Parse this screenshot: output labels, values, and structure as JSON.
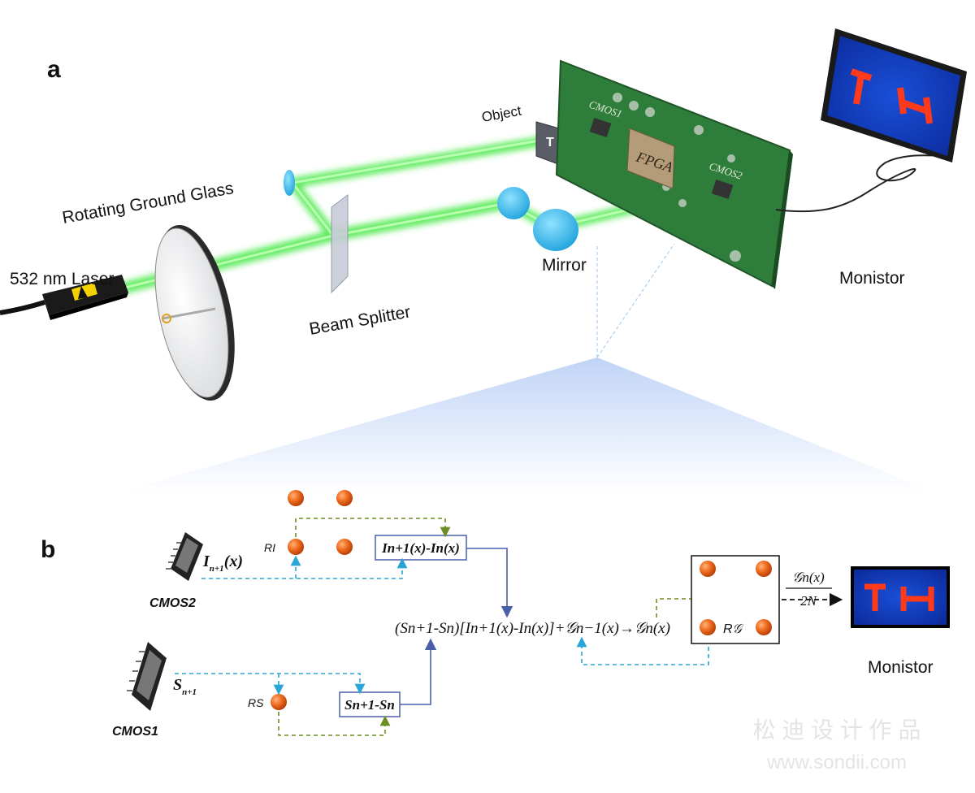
{
  "panel_a": {
    "label": "a",
    "laser": "532 nm Laser",
    "rotating_ground_glass": "Rotating Ground Glass",
    "beam_splitter": "Beam Splitter",
    "object": "Object",
    "mirror": "Mirror",
    "monitor": "Monistor",
    "chip_cmos1": "CMOS1",
    "chip_fpga": "FPGA",
    "chip_cmos2": "CMOS2"
  },
  "panel_b": {
    "label": "b",
    "cmos2": "CMOS2",
    "cmos1": "CMOS1",
    "ri": "RI",
    "rs": "RS",
    "rg": "R𝒢",
    "i_next": "I",
    "i_next_sub": "n+1",
    "i_next_arg": "(x)",
    "s_next": "S",
    "s_next_sub": "n+1",
    "diff_i": "In+1(x)-In(x)",
    "diff_s": "Sn+1-Sn",
    "formula": "(Sn+1-Sn)[In+1(x)-In(x)]+𝒢n−1(x)→𝒢n(x)",
    "frac_num": "𝒢n(x)",
    "frac_den": "2N",
    "monitor": "Monistor"
  },
  "watermark": {
    "line1": "松 迪 设 计 作 品",
    "line2": "www.sondii.com"
  },
  "colors": {
    "beam_green": "#39e639",
    "board_green": "#2f7d3a",
    "mirror_blue": "#37b8e6",
    "dashed_blue": "#2aa6d6",
    "dashed_green": "#6b8e23",
    "solid_arrow": "#4a5fa8",
    "register_orange": "#e8641a"
  }
}
